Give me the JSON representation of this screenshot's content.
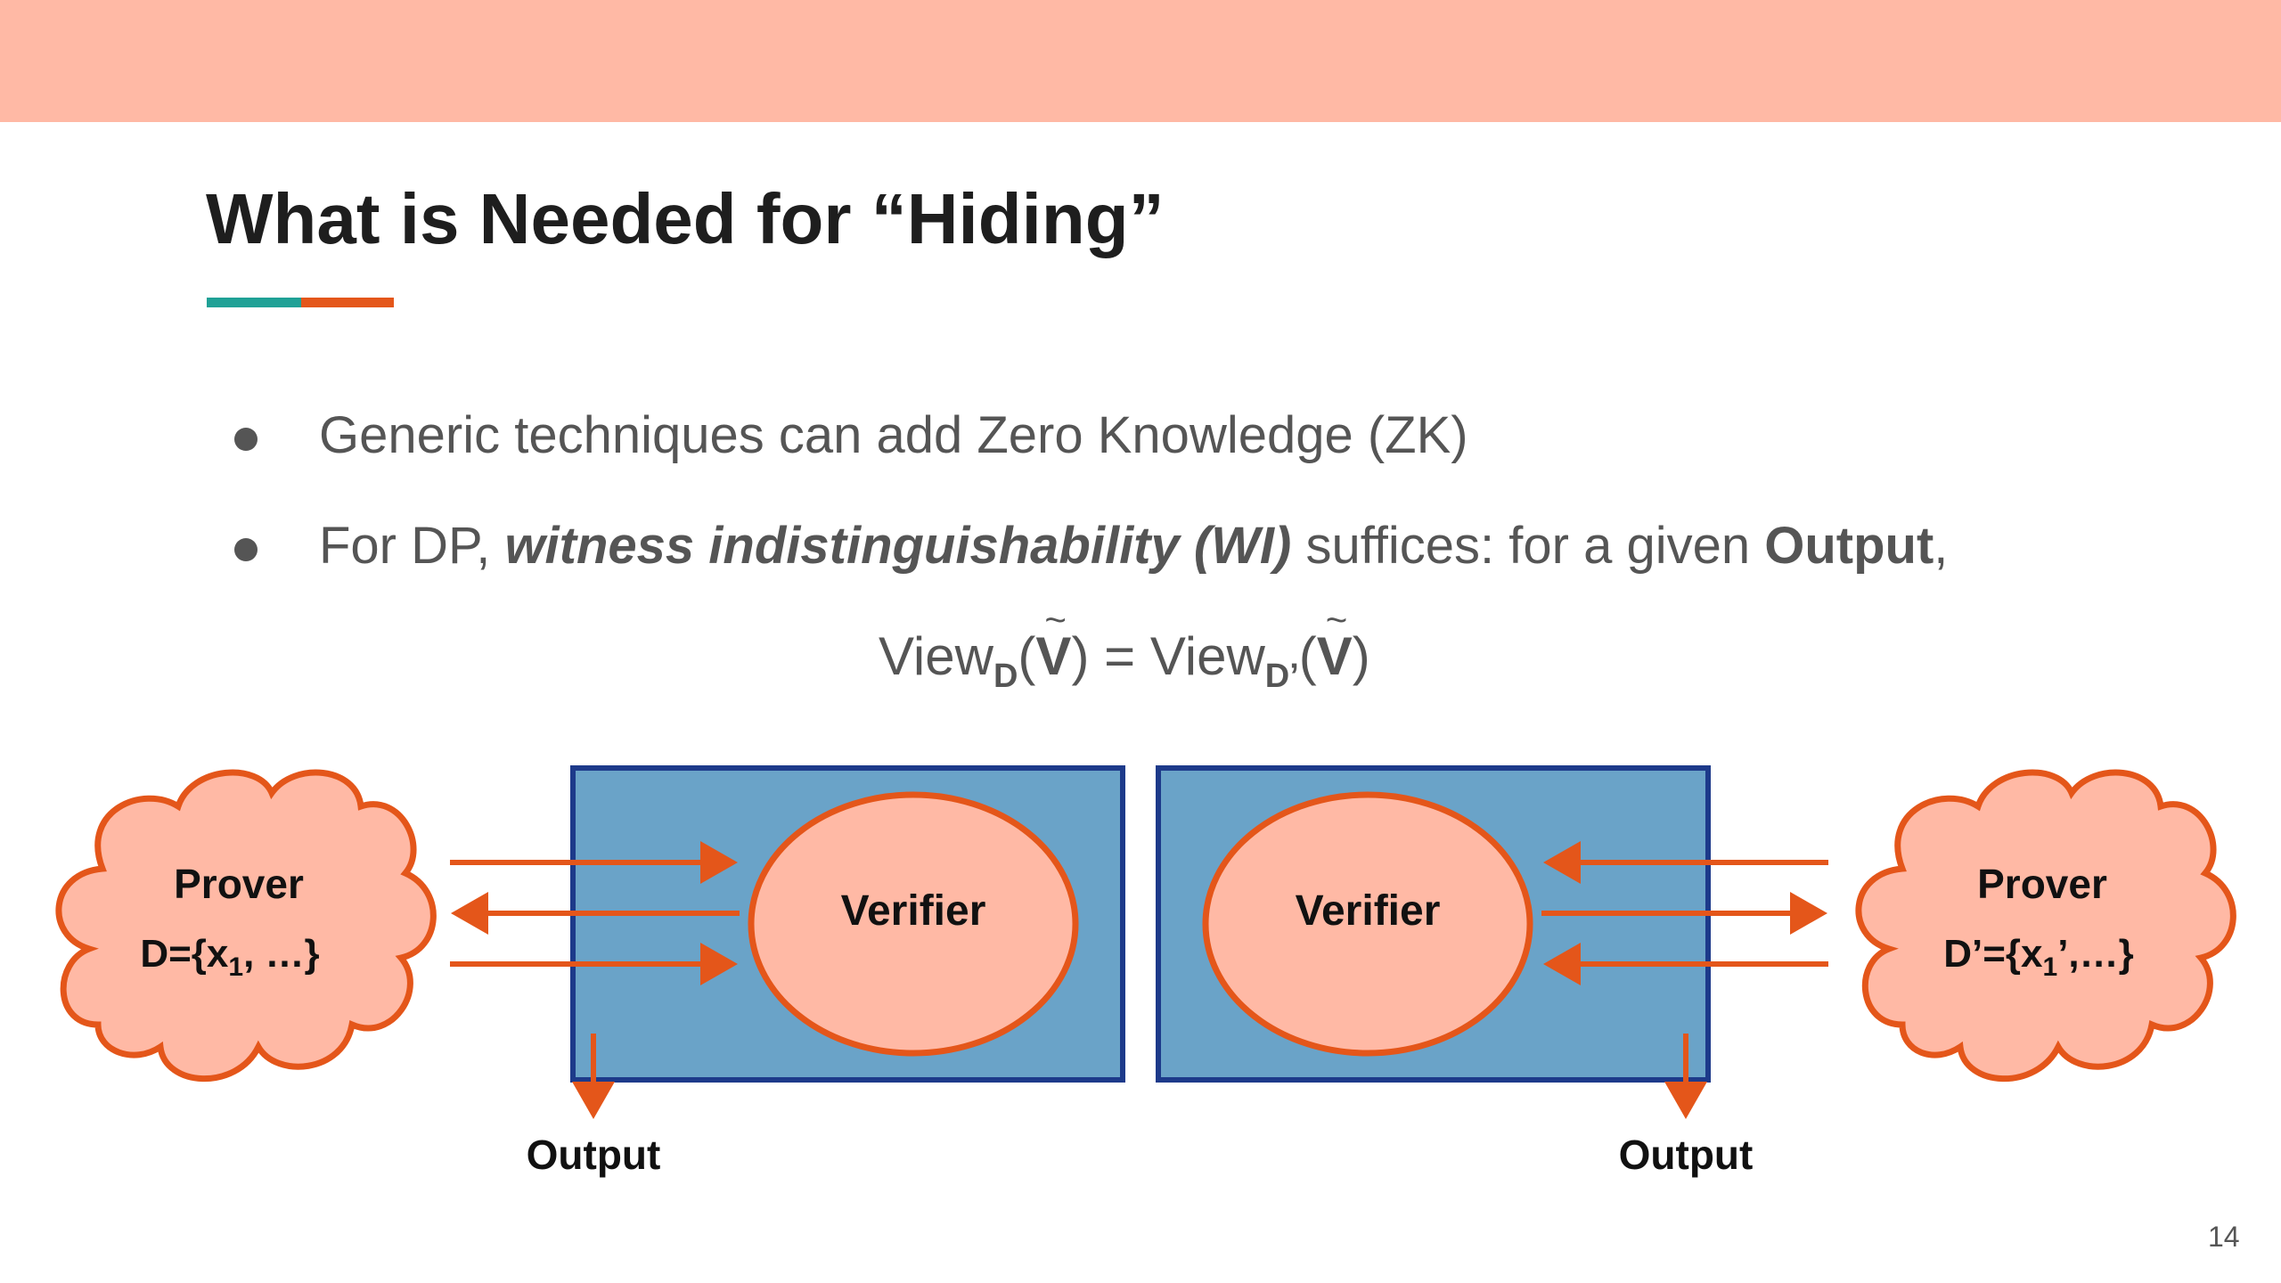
{
  "slide": {
    "title": "What is Needed for “Hiding”",
    "page_number": "14",
    "colors": {
      "band": "#ffb9a5",
      "accent_teal": "#1fa196",
      "accent_orange": "#e4561a",
      "box": "#6aa3c8",
      "box_border": "#1d3a8a",
      "shape_fill": "#ffb9a5",
      "arrow": "#e4561a"
    }
  },
  "bullets": [
    {
      "text": "Generic techniques can add Zero Knowledge (ZK)"
    },
    {
      "pre": "For DP, ",
      "emphasis": "witness indistinguishability (WI)",
      "mid": " suffices: for a given ",
      "strong": "Output",
      "post": ","
    }
  ],
  "formula": {
    "view": "View",
    "sub_left": "D",
    "sub_right": "D’",
    "verifier_symbol": "V",
    "equals": " = "
  },
  "diagram": {
    "left": {
      "prover_label": "Prover",
      "dataset_prefix": "D={x",
      "dataset_sub": "1",
      "dataset_suffix": ", …}",
      "verifier_label": "Verifier",
      "output_label": "Output"
    },
    "right": {
      "prover_label": "Prover",
      "dataset_prefix": "D’={x",
      "dataset_sub": "1",
      "dataset_suffix": "’,…}",
      "verifier_label": "Verifier",
      "output_label": "Output"
    }
  }
}
